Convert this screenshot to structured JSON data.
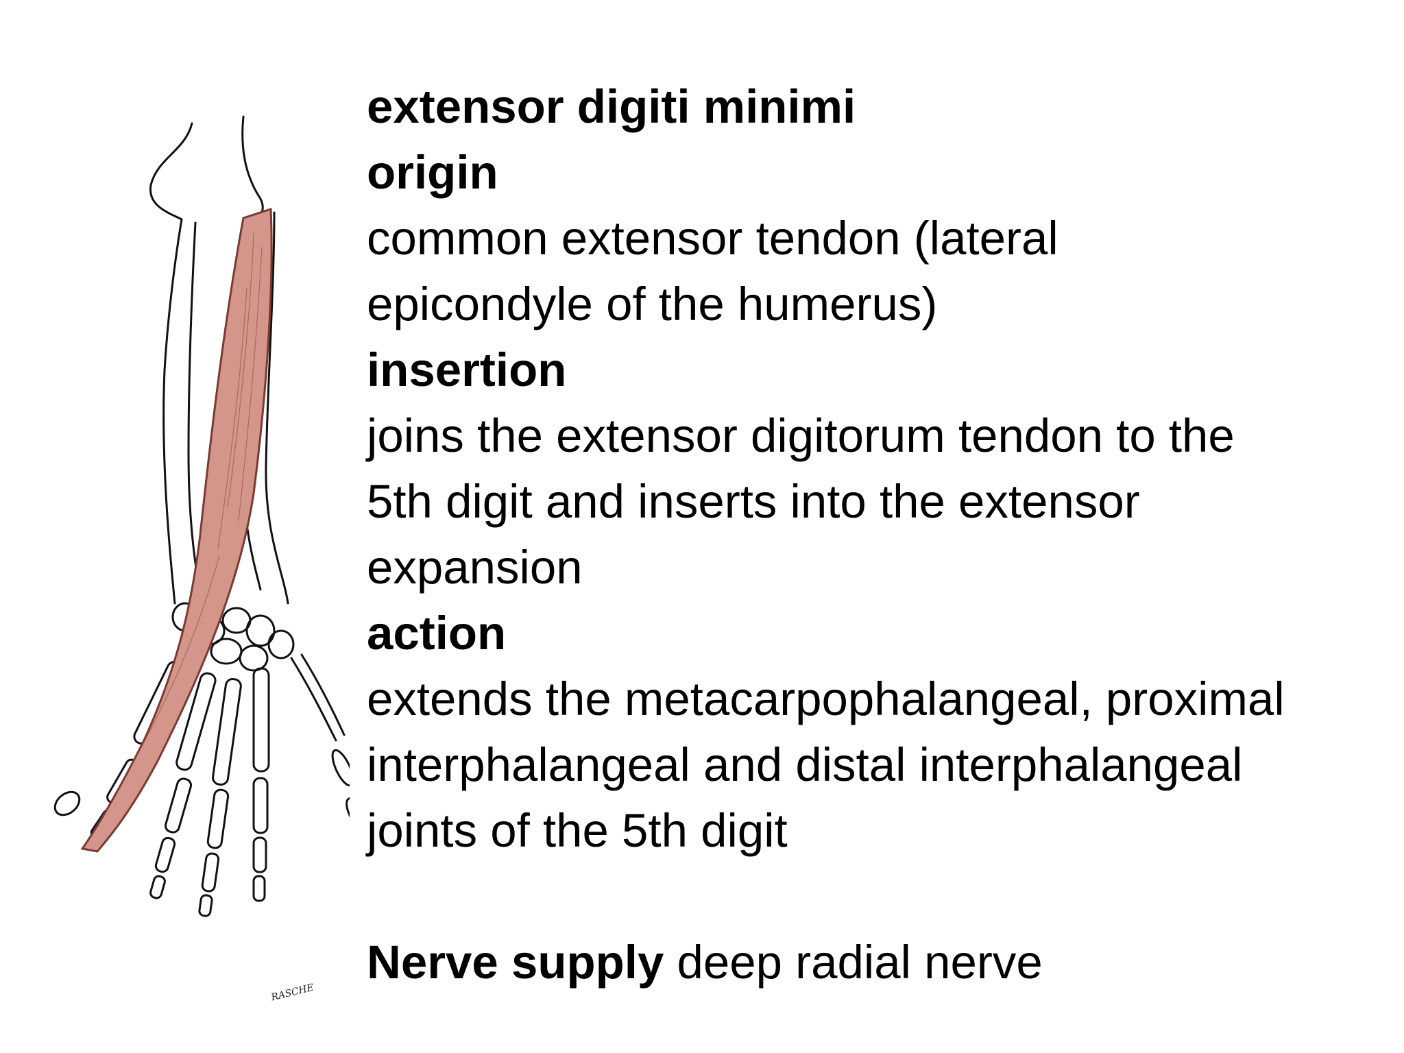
{
  "title": "extensor digiti minimi",
  "origin": {
    "heading": "origin",
    "lines": [
      "common extensor tendon (lateral",
      "epicondyle of the humerus)"
    ]
  },
  "insertion": {
    "heading": "insertion",
    "lines": [
      "joins the extensor digitorum tendon to the",
      "5th digit and inserts into the extensor",
      "expansion"
    ]
  },
  "action": {
    "heading": "action",
    "lines": [
      "extends the metacarpophalangeal, proximal",
      "interphalangeal and distal interphalangeal",
      "joints of the 5th digit"
    ]
  },
  "nerve": {
    "label": "Nerve supply",
    "value": "deep radial nerve"
  },
  "illustration": {
    "muscle_color": "#d4968a",
    "outline_color": "#111111",
    "signature": "RASCHE"
  }
}
